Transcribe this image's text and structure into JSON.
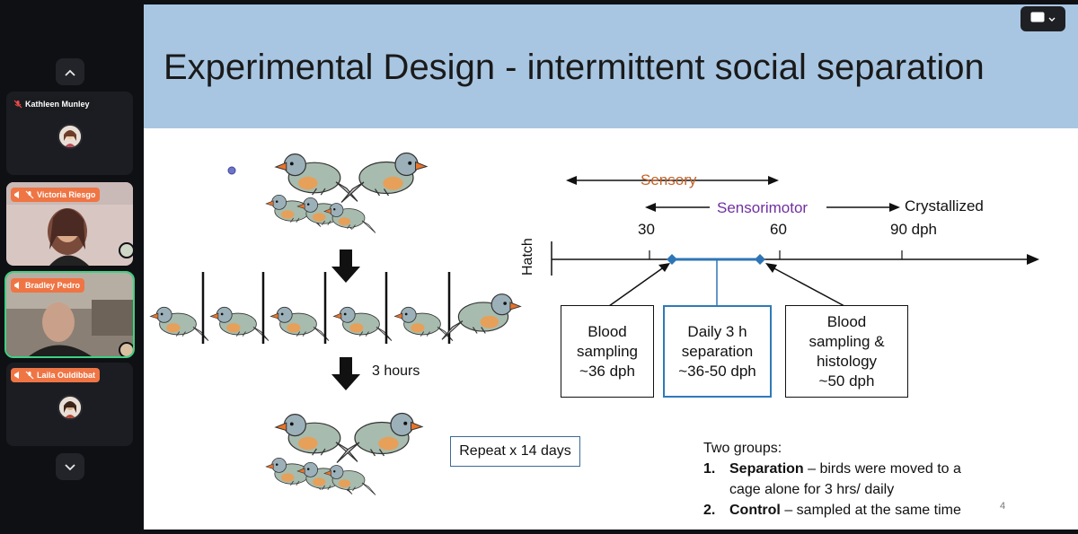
{
  "sidebar": {
    "participants": [
      {
        "name": "Kathleen Munley",
        "muted": true,
        "video": false
      },
      {
        "name": "Victoria Riesgo",
        "muted": true,
        "video": true
      },
      {
        "name": "Bradley Pedro",
        "muted": true,
        "video": true,
        "speaking": true
      },
      {
        "name": "Laila Ouldibbat",
        "muted": true,
        "video": false
      }
    ],
    "scroll_up_icon": "chevron-up-icon",
    "scroll_down_icon": "chevron-down-icon"
  },
  "slide": {
    "title": "Experimental Design - intermittent social separation",
    "timeline": {
      "sensory_label": "Sensory",
      "sensorimotor_label": "Sensorimotor",
      "crystallized_label": "Crystallized",
      "hatch_label": "Hatch",
      "tick_30": "30",
      "tick_60": "60",
      "tick_90": "90 dph"
    },
    "boxes": {
      "blood_sampling_1": [
        "Blood",
        "sampling",
        "~36 dph"
      ],
      "separation": [
        "Daily 3 h",
        "separation",
        "~36-50 dph"
      ],
      "blood_sampling_2": [
        "Blood",
        "sampling &",
        "histology",
        "~50 dph"
      ]
    },
    "hours_label": "3 hours",
    "repeat_label": "Repeat x 14 days",
    "groups": {
      "heading": "Two groups:",
      "items": [
        {
          "num": "1.",
          "bold": "Separation",
          "text": " – birds were moved to a",
          "cont": "cage alone for 3 hrs/ daily"
        },
        {
          "num": "2.",
          "bold": "Control",
          "text": " – sampled at the same time"
        }
      ]
    },
    "page_number": "4",
    "colors": {
      "sensory": "#c0632a",
      "sensorimotor": "#7030a0",
      "header": "#a8c6e2",
      "separation_box": "#2e7ab8",
      "timeline_marker": "#2e75b6"
    }
  }
}
